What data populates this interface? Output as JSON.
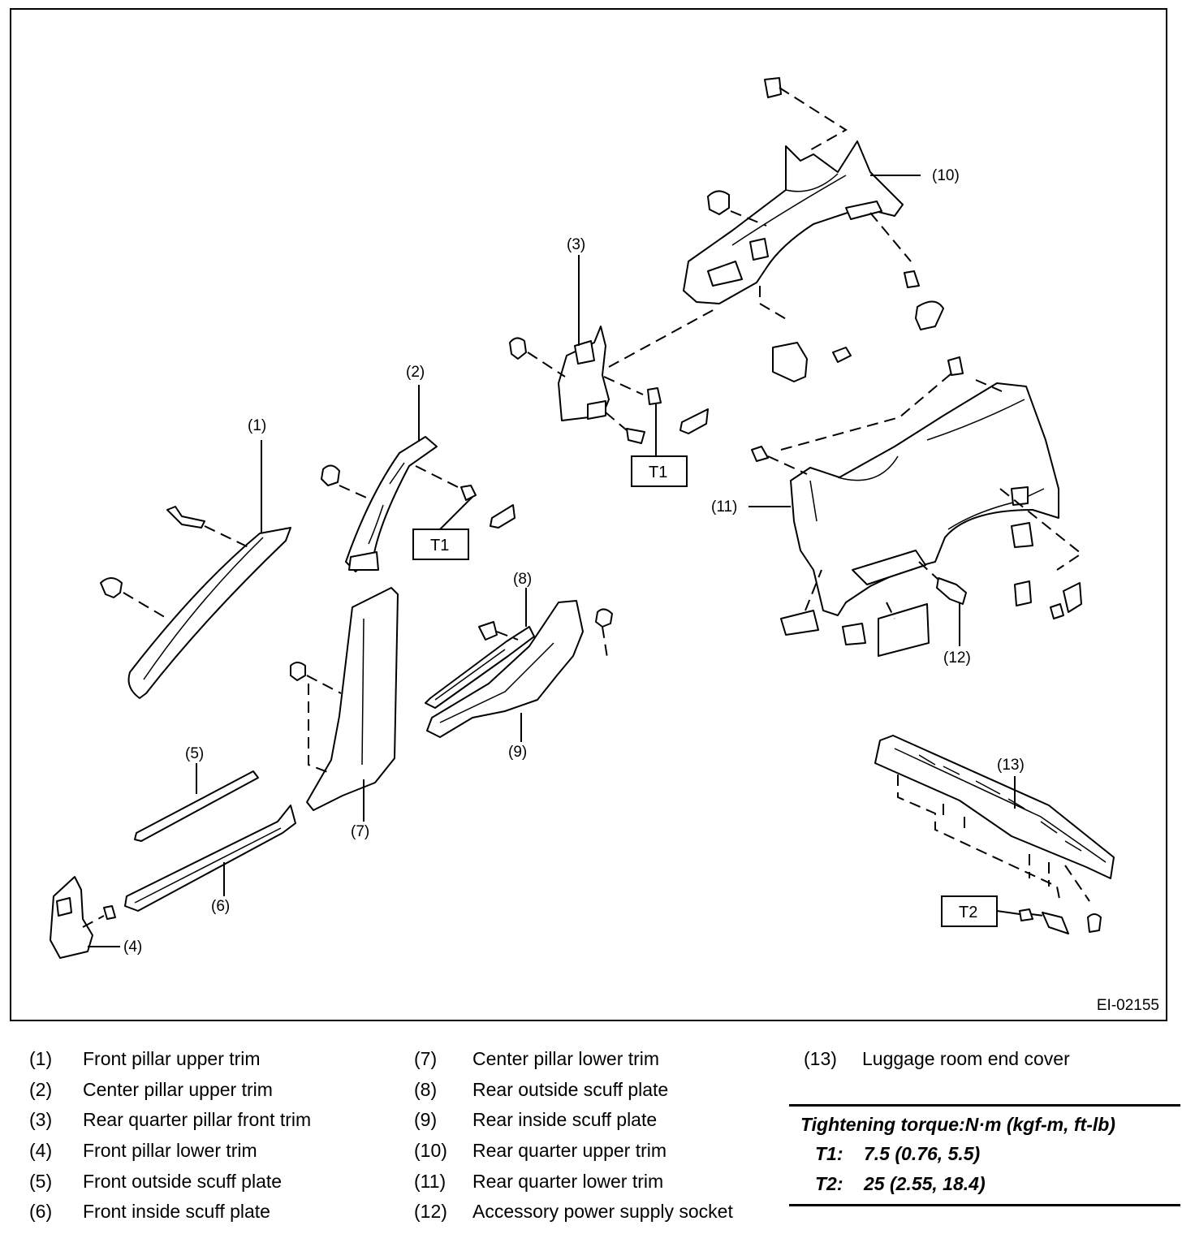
{
  "drawing_id": "EI-02155",
  "callouts": {
    "c1": "(1)",
    "c2": "(2)",
    "c3": "(3)",
    "c4": "(4)",
    "c5": "(5)",
    "c6": "(6)",
    "c7": "(7)",
    "c8": "(8)",
    "c9": "(9)",
    "c10": "(10)",
    "c11": "(11)",
    "c12": "(12)",
    "c13": "(13)"
  },
  "torque_boxes": {
    "t1a": "T1",
    "t1b": "T1",
    "t2": "T2"
  },
  "legend": {
    "col1": [
      {
        "num": "(1)",
        "name": "Front pillar upper trim"
      },
      {
        "num": "(2)",
        "name": "Center pillar upper trim"
      },
      {
        "num": "(3)",
        "name": "Rear quarter pillar front trim"
      },
      {
        "num": "(4)",
        "name": "Front pillar lower trim"
      },
      {
        "num": "(5)",
        "name": "Front outside scuff plate"
      },
      {
        "num": "(6)",
        "name": "Front inside scuff plate"
      }
    ],
    "col2": [
      {
        "num": "(7)",
        "name": "Center pillar lower trim"
      },
      {
        "num": "(8)",
        "name": "Rear outside scuff plate"
      },
      {
        "num": "(9)",
        "name": "Rear inside scuff plate"
      },
      {
        "num": "(10)",
        "name": "Rear quarter upper trim"
      },
      {
        "num": "(11)",
        "name": "Rear quarter lower trim"
      },
      {
        "num": "(12)",
        "name": "Accessory power supply socket"
      }
    ],
    "col3": [
      {
        "num": "(13)",
        "name": "Luggage room end cover"
      }
    ]
  },
  "torque": {
    "title": "Tightening torque:N·m (kgf-m, ft-lb)",
    "rows": [
      {
        "key": "T1:",
        "value": "7.5 (0.76, 5.5)"
      },
      {
        "key": "T2:",
        "value": "25 (2.55, 18.4)"
      }
    ]
  }
}
